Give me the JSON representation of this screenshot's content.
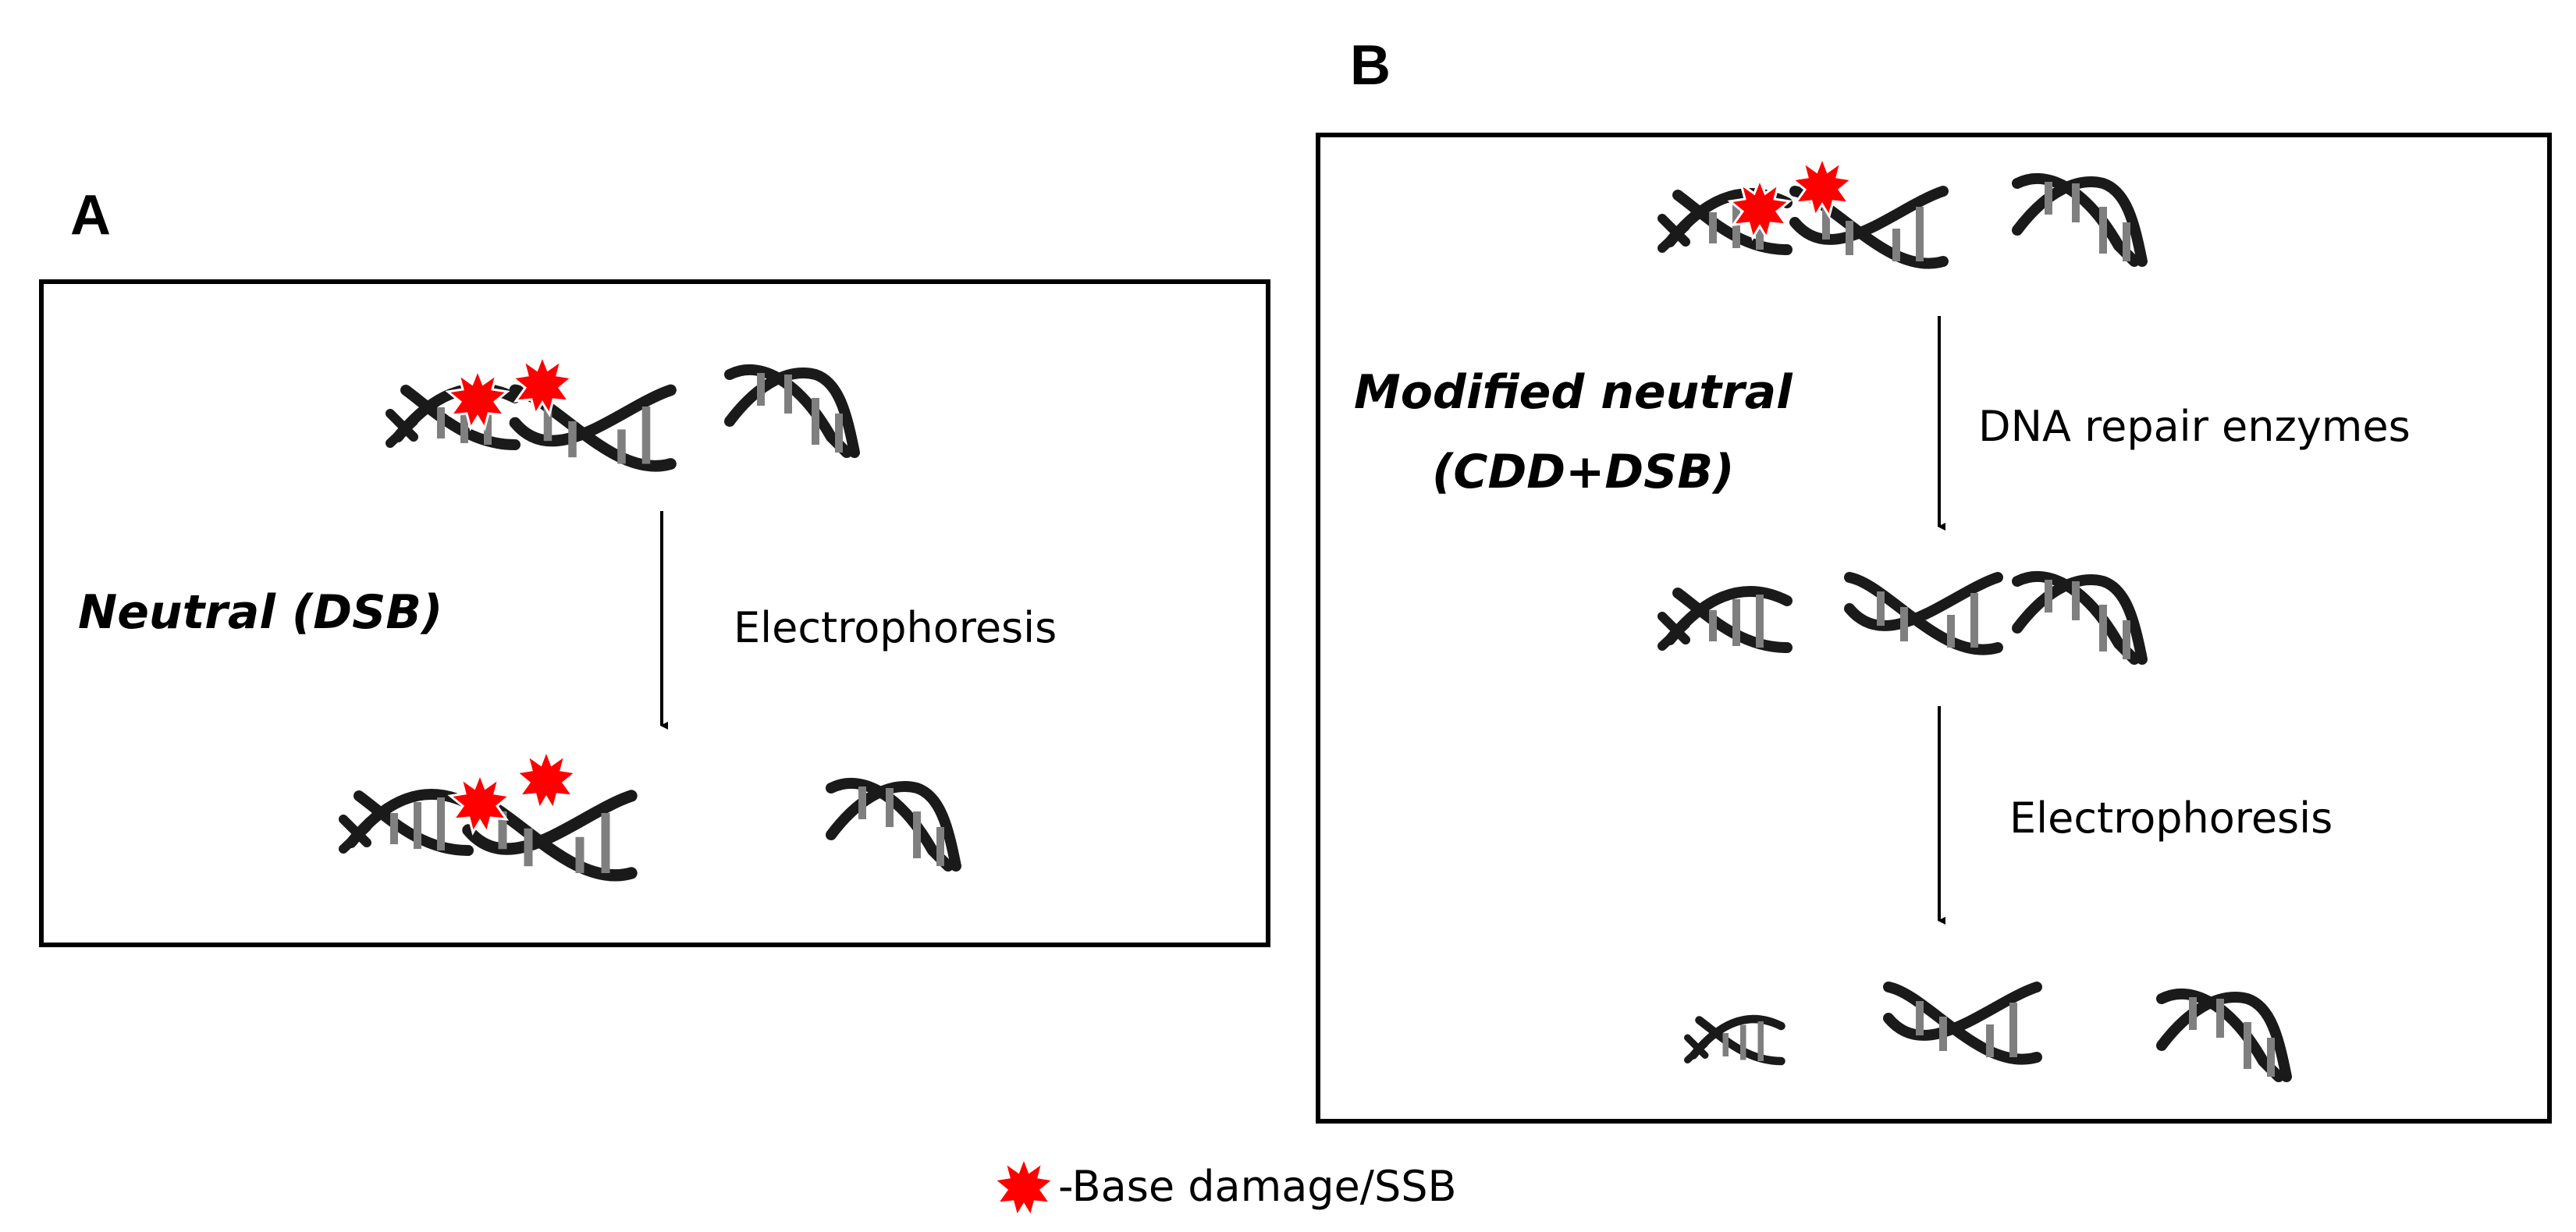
{
  "panel_a": {
    "letter": "A",
    "method_label": "Neutral (DSB)",
    "step_label": "Electrophoresis"
  },
  "panel_b": {
    "letter": "B",
    "method_label_line1": "Modified neutral",
    "method_label_line2": "(CDD+DSB)",
    "step1_label": "DNA repair enzymes",
    "step2_label": "Electrophoresis"
  },
  "legend": {
    "label": "-Base damage/SSB",
    "icon": "damage-star-icon",
    "color": "#ff0000"
  },
  "colors": {
    "dna_strand": "#1a1a1a",
    "dna_rung": "#7f7f7f",
    "damage": "#ff0000",
    "border": "#000000"
  }
}
